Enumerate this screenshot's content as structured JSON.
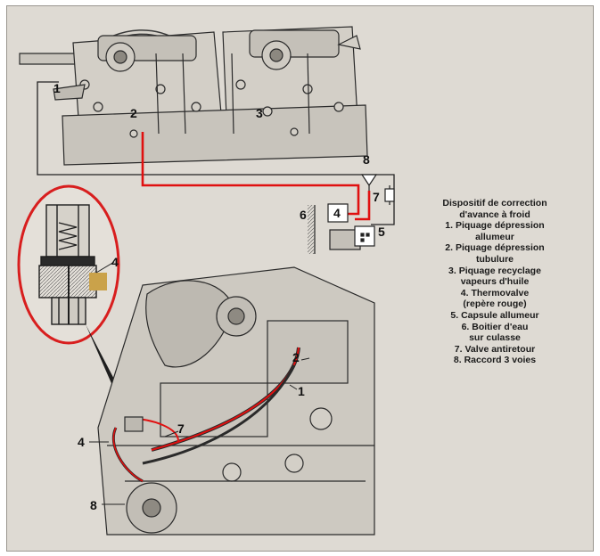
{
  "legend": {
    "title": [
      "Dispositif de correction",
      "d'avance à froid"
    ],
    "items": [
      [
        "1. Piquage dépression",
        "allumeur"
      ],
      [
        "2. Piquage dépression",
        "tubulure"
      ],
      [
        "3. Piquage recyclage",
        "vapeurs d'huile"
      ],
      [
        "4. Thermovalve",
        "(repère rouge)"
      ],
      [
        "5. Capsule allumeur"
      ],
      [
        "6. Boitier d'eau",
        "sur culasse"
      ],
      [
        "7. Valve antiretour"
      ],
      [
        "8. Raccord 3 voies"
      ]
    ]
  },
  "callouts": {
    "carb_1": "1",
    "carb_2": "2",
    "carb_3": "3",
    "circuit_8": "8",
    "circuit_7": "7",
    "circuit_6": "6",
    "circuit_4": "4",
    "circuit_5": "5",
    "detail_4": "4",
    "engine_2": "2",
    "engine_1": "1",
    "engine_7": "7",
    "engine_4": "4",
    "engine_8": "8"
  },
  "colors": {
    "paper": "#dedad3",
    "ink": "#222222",
    "hose_red": "#e01010",
    "detail_circle": "#d81e1e",
    "thermovalve_tag": "#caa24a"
  }
}
